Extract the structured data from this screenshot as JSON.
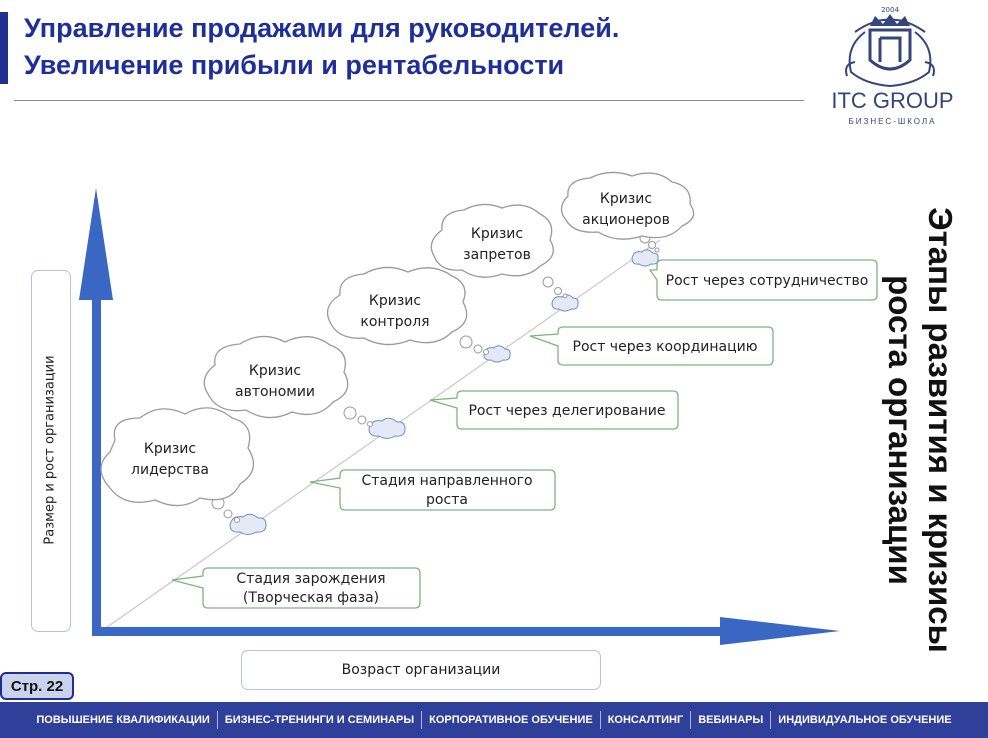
{
  "header": {
    "title_line1": "Управление продажами для руководителей.",
    "title_line2": "Увеличение прибыли и рентабельности"
  },
  "logo": {
    "year": "2004",
    "wordmark": "ITC GROUP",
    "subtitle": "БИЗНЕС-ШКОЛА"
  },
  "diagram": {
    "y_axis_label": "Размер и рост организации",
    "x_axis_label": "Возраст организации",
    "side_title_line1": "Этапы развития и кризисы",
    "side_title_line2": "роста организации",
    "crises": [
      {
        "line1": "Кризис",
        "line2": "лидерства"
      },
      {
        "line1": "Кризис",
        "line2": "автономии"
      },
      {
        "line1": "Кризис",
        "line2": "контроля"
      },
      {
        "line1": "Кризис",
        "line2": "запретов"
      },
      {
        "line1": "Кризис",
        "line2": "акционеров"
      }
    ],
    "stages": [
      {
        "line1": "Стадия зарождения",
        "line2": "(Творческая фаза)"
      },
      {
        "line1": "Стадия направленного",
        "line2": "роста"
      },
      {
        "line1": "Рост через делегирование",
        "line2": ""
      },
      {
        "line1": "Рост через координацию",
        "line2": ""
      },
      {
        "line1": "Рост через сотрудничество",
        "line2": ""
      }
    ]
  },
  "page_badge": "Стр. 22",
  "footer": [
    "ПОВЫШЕНИЕ КВАЛИФИКАЦИИ",
    "БИЗНЕС-ТРЕНИНГИ И СЕМИНАРЫ",
    "КОРПОРАТИВНОЕ ОБУЧЕНИЕ",
    "КОНСАЛТИНГ",
    "ВЕБИНАРЫ",
    "ИНДИВИДУАЛЬНОЕ ОБУЧЕНИЕ"
  ],
  "colors": {
    "brand_blue": "#1f2f8f",
    "axis_blue": "#3a66c4",
    "cloud_fill": "#e4e9f6",
    "stage_border": "#7fb47f"
  }
}
